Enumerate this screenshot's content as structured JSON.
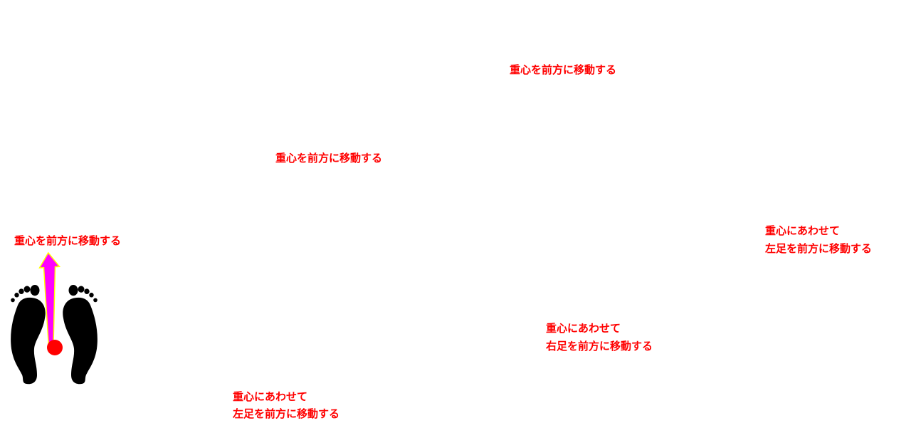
{
  "labels": {
    "shift_weight_forward": "重心を前方に移動する",
    "move_left_foot_line1": "重心にあわせて",
    "move_left_foot_line2": "左足を前方に移動する",
    "move_right_foot_line1": "重心にあわせて",
    "move_right_foot_line2": "右足を前方に移動する"
  },
  "colors": {
    "foot_active": "#000000",
    "foot_previous": "#808080",
    "weight_arrow": "#ff00ff",
    "foot_move_arrow": "#1aa7e0",
    "arrow_outline": "#ffff00",
    "center_of_gravity": "#ff0000",
    "text": "#ff0000"
  },
  "icons": {
    "footprint": "footprint-icon",
    "center_of_gravity": "center-of-gravity-dot"
  }
}
